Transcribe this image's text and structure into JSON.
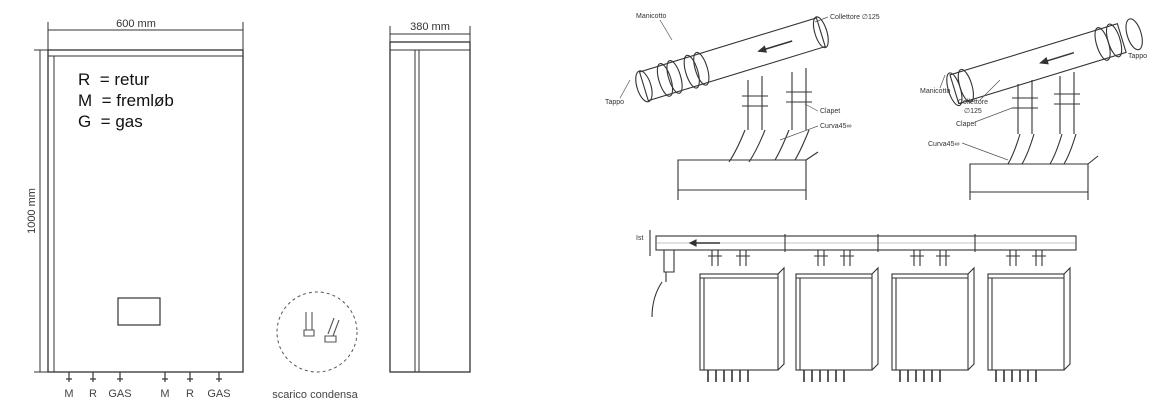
{
  "front_view": {
    "width_label": "600 mm",
    "height_label": "1000 mm",
    "legend": [
      "R  = retur",
      "M  = fremløb",
      "G  = gas"
    ],
    "connections": [
      "M",
      "R",
      "GAS",
      "M",
      "R",
      "GAS"
    ]
  },
  "side_view": {
    "depth_label": "380 mm"
  },
  "condensate": {
    "label": "scarico condensa"
  },
  "manifold_left": {
    "manicotto": "Manicotto",
    "collettore": "Collettore ∅125",
    "tappo": "Tappo",
    "clapet": "Clapet",
    "curva": "Curva45∞"
  },
  "manifold_right": {
    "manicotto": "Manicotto",
    "collettore_line1": "Collettore",
    "collettore_line2": "∅125",
    "clapet": "Clapet",
    "curva": "Curva45∞",
    "tappo": "Tappo"
  },
  "cascade": {
    "label": "Ist"
  },
  "colors": {
    "line": "#333333",
    "light_line": "#8a8a8a"
  }
}
